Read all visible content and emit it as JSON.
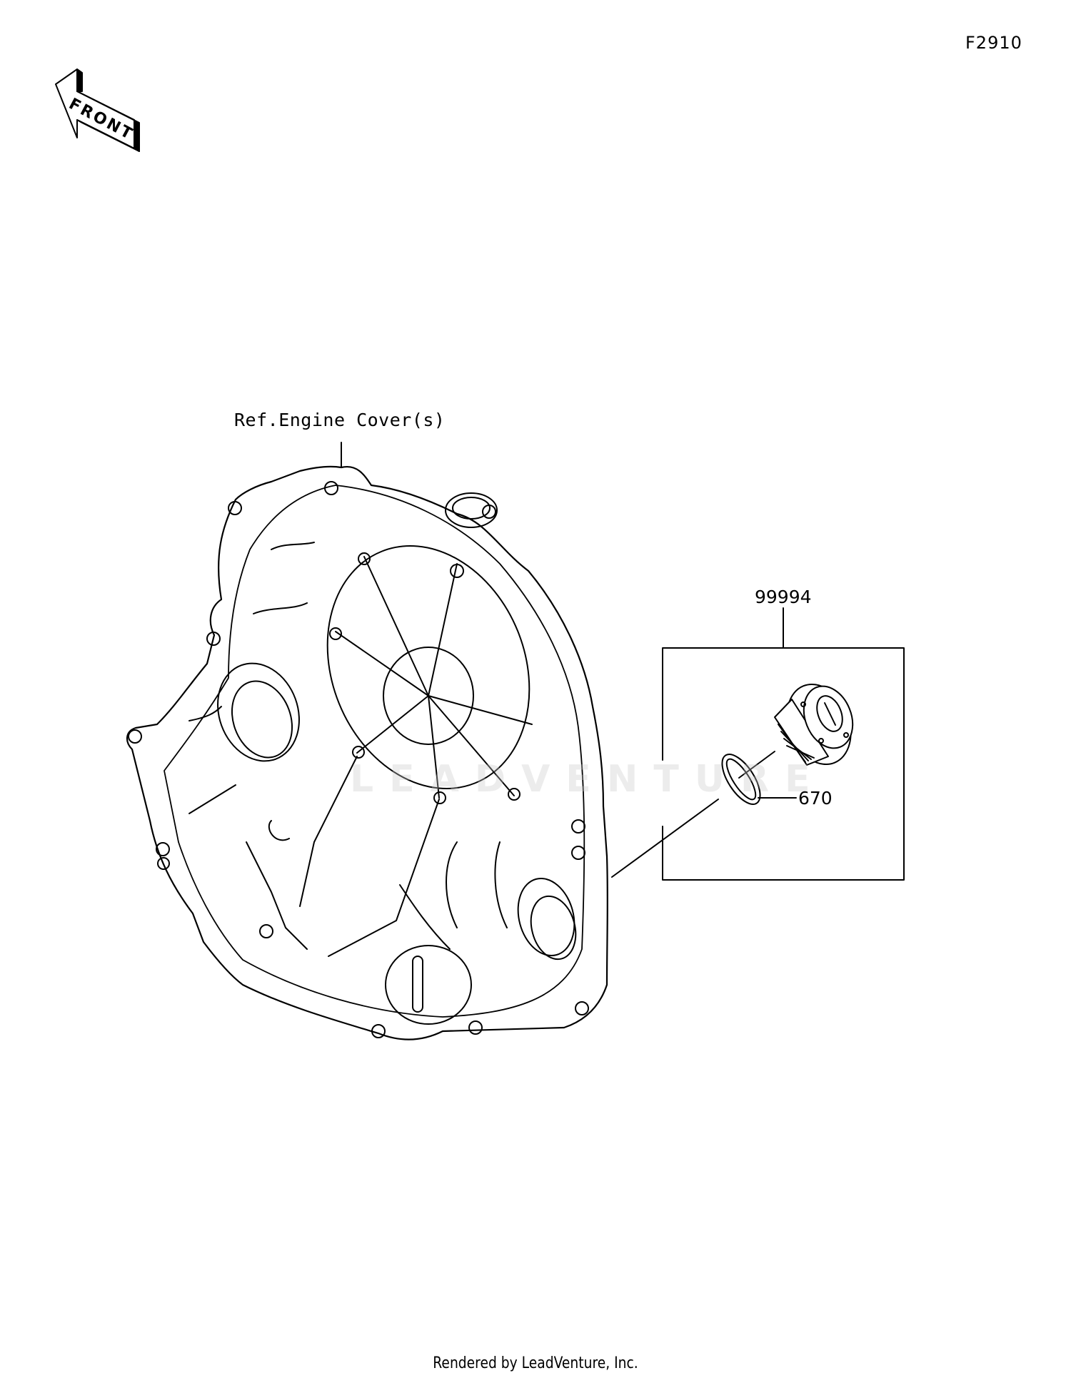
{
  "figure": {
    "id": "F2910",
    "front_indicator": "FRONT"
  },
  "callouts": {
    "reference": "Ref.Engine Cover(s)",
    "assembly": "99994",
    "oring": "670"
  },
  "watermark": "LEADVENTURE",
  "footer": "Rendered by LeadVenture, Inc."
}
